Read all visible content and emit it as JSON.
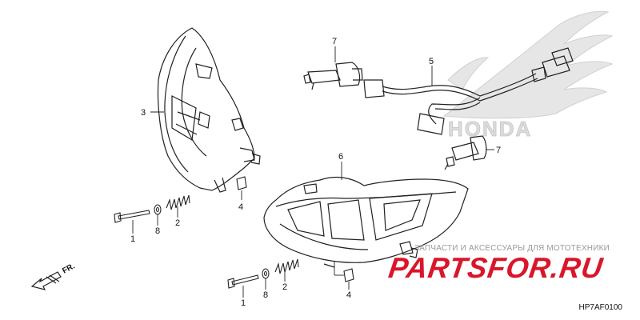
{
  "callouts": {
    "c3": "3",
    "c7a": "7",
    "c5": "5",
    "c6": "6",
    "c7b": "7",
    "c4a": "4",
    "c1a": "1",
    "c8a": "8",
    "c2a": "2",
    "c1b": "1",
    "c8b": "8",
    "c2b": "2",
    "c4b": "4"
  },
  "front_label": "FR.",
  "brand_logo_text": "HONDA",
  "diagram_code": "HP7AF0100",
  "watermark": {
    "subtitle": "ЗАПЧАСТИ И АКСЕССУАРЫ ДЛЯ МОТОТЕХНИКИ",
    "site": "PARTSFOR.RU",
    "color": "#d9162a"
  },
  "colors": {
    "line": "#222222",
    "watermark_gray": "#c8c8c8"
  }
}
